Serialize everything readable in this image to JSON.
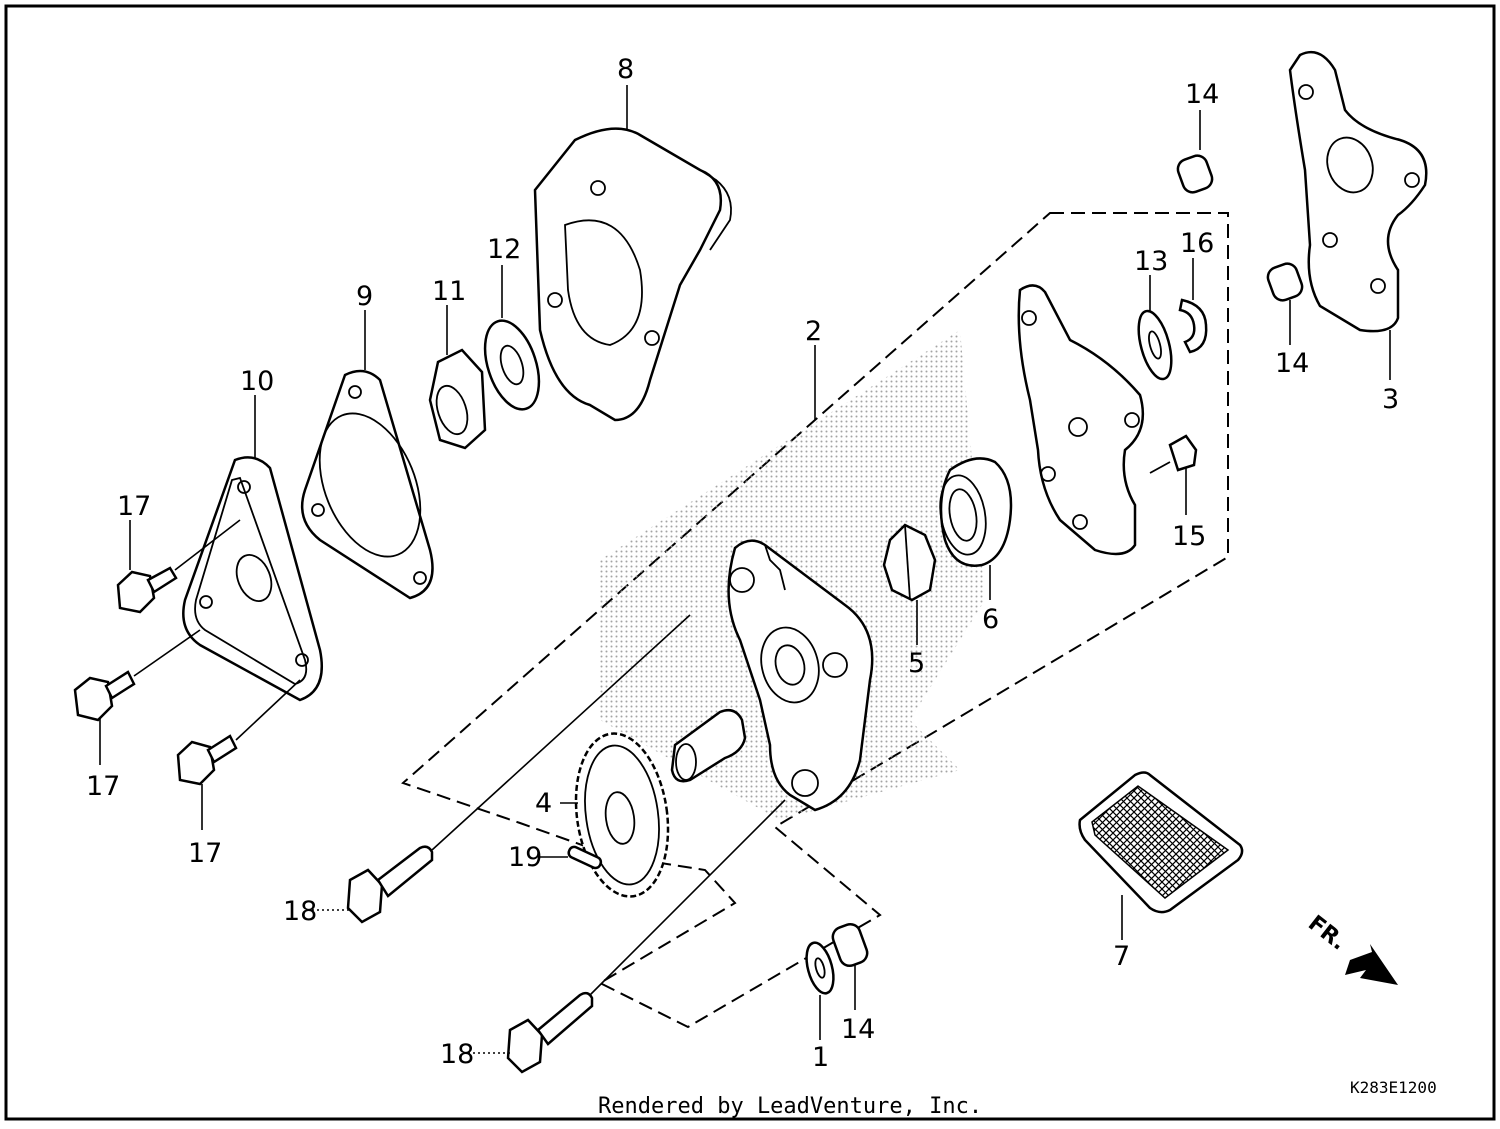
{
  "diagram": {
    "callouts": {
      "c1": "1",
      "c2": "2",
      "c3": "3",
      "c4": "4",
      "c5": "5",
      "c6": "6",
      "c7": "7",
      "c8": "8",
      "c9": "9",
      "c10": "10",
      "c11": "11",
      "c12": "12",
      "c13": "13",
      "c14a": "14",
      "c14b": "14",
      "c14c": "14",
      "c15": "15",
      "c16": "16",
      "c17a": "17",
      "c17b": "17",
      "c17c": "17",
      "c18a": "18",
      "c18b": "18",
      "c19": "19"
    },
    "front_marker": "FR.",
    "drawing_code": "K283E1200",
    "credit": "Rendered by LeadVenture, Inc."
  },
  "colors": {
    "line": "#000000",
    "background": "#ffffff",
    "shade": "#b8b8b8"
  }
}
